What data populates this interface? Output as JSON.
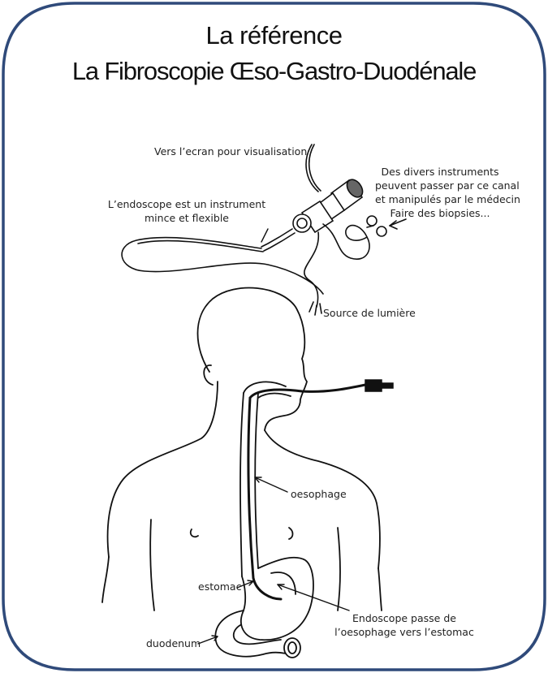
{
  "title": {
    "line1": "La référence",
    "line2": "La Fibroscopie Œso-Gastro-Duodénale"
  },
  "labels": {
    "screen": "Vers l’ecran pour visualisation",
    "instruments": [
      "Des divers instruments",
      "peuvent passer par ce canal",
      "et manipulés par le médecin",
      "Faire des biopsies..."
    ],
    "endoscope": [
      "L’endoscope est un instrument",
      "mince et flexible"
    ],
    "light": "Source de lumière",
    "oesophagus": "oesophage",
    "stomach": "estomac",
    "passage": [
      "Endoscope passe de",
      "l’oesophage vers l’estomac"
    ],
    "duodenum": "duodenum"
  },
  "colors": {
    "frame_border": "#2f4a7a",
    "line_art": "#111111"
  }
}
